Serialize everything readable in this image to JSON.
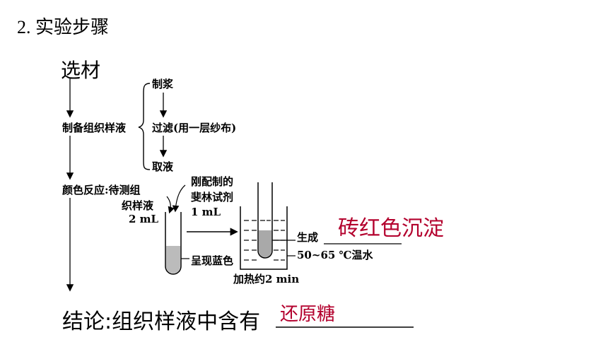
{
  "heading": "2. 实验步骤",
  "steps": {
    "select_material": "选材",
    "prepare_sample": "制备组织样液",
    "sub_steps": [
      "制浆",
      "过滤(用一层纱布)",
      "取液"
    ],
    "color_reaction": "颜色反应:待测组",
    "color_reaction_line2": "织样液",
    "volume": "2 mL",
    "reagent_line1": "刚配制的",
    "reagent_line2": "斐林试剂",
    "reagent_volume": "1 mL",
    "blue_label": "呈现蓝色",
    "result_label": "生成",
    "water_label": "50~65 ℃温水",
    "heat_label": "加热约2 min"
  },
  "answers": {
    "result": "砖红色沉淀",
    "conclusion_answer": "还原糖"
  },
  "conclusion": "结论:组织样液中含有",
  "colors": {
    "answer": "#b3002d",
    "liquid": "#bbbbbb",
    "precipitate": "#a9a9a9"
  }
}
